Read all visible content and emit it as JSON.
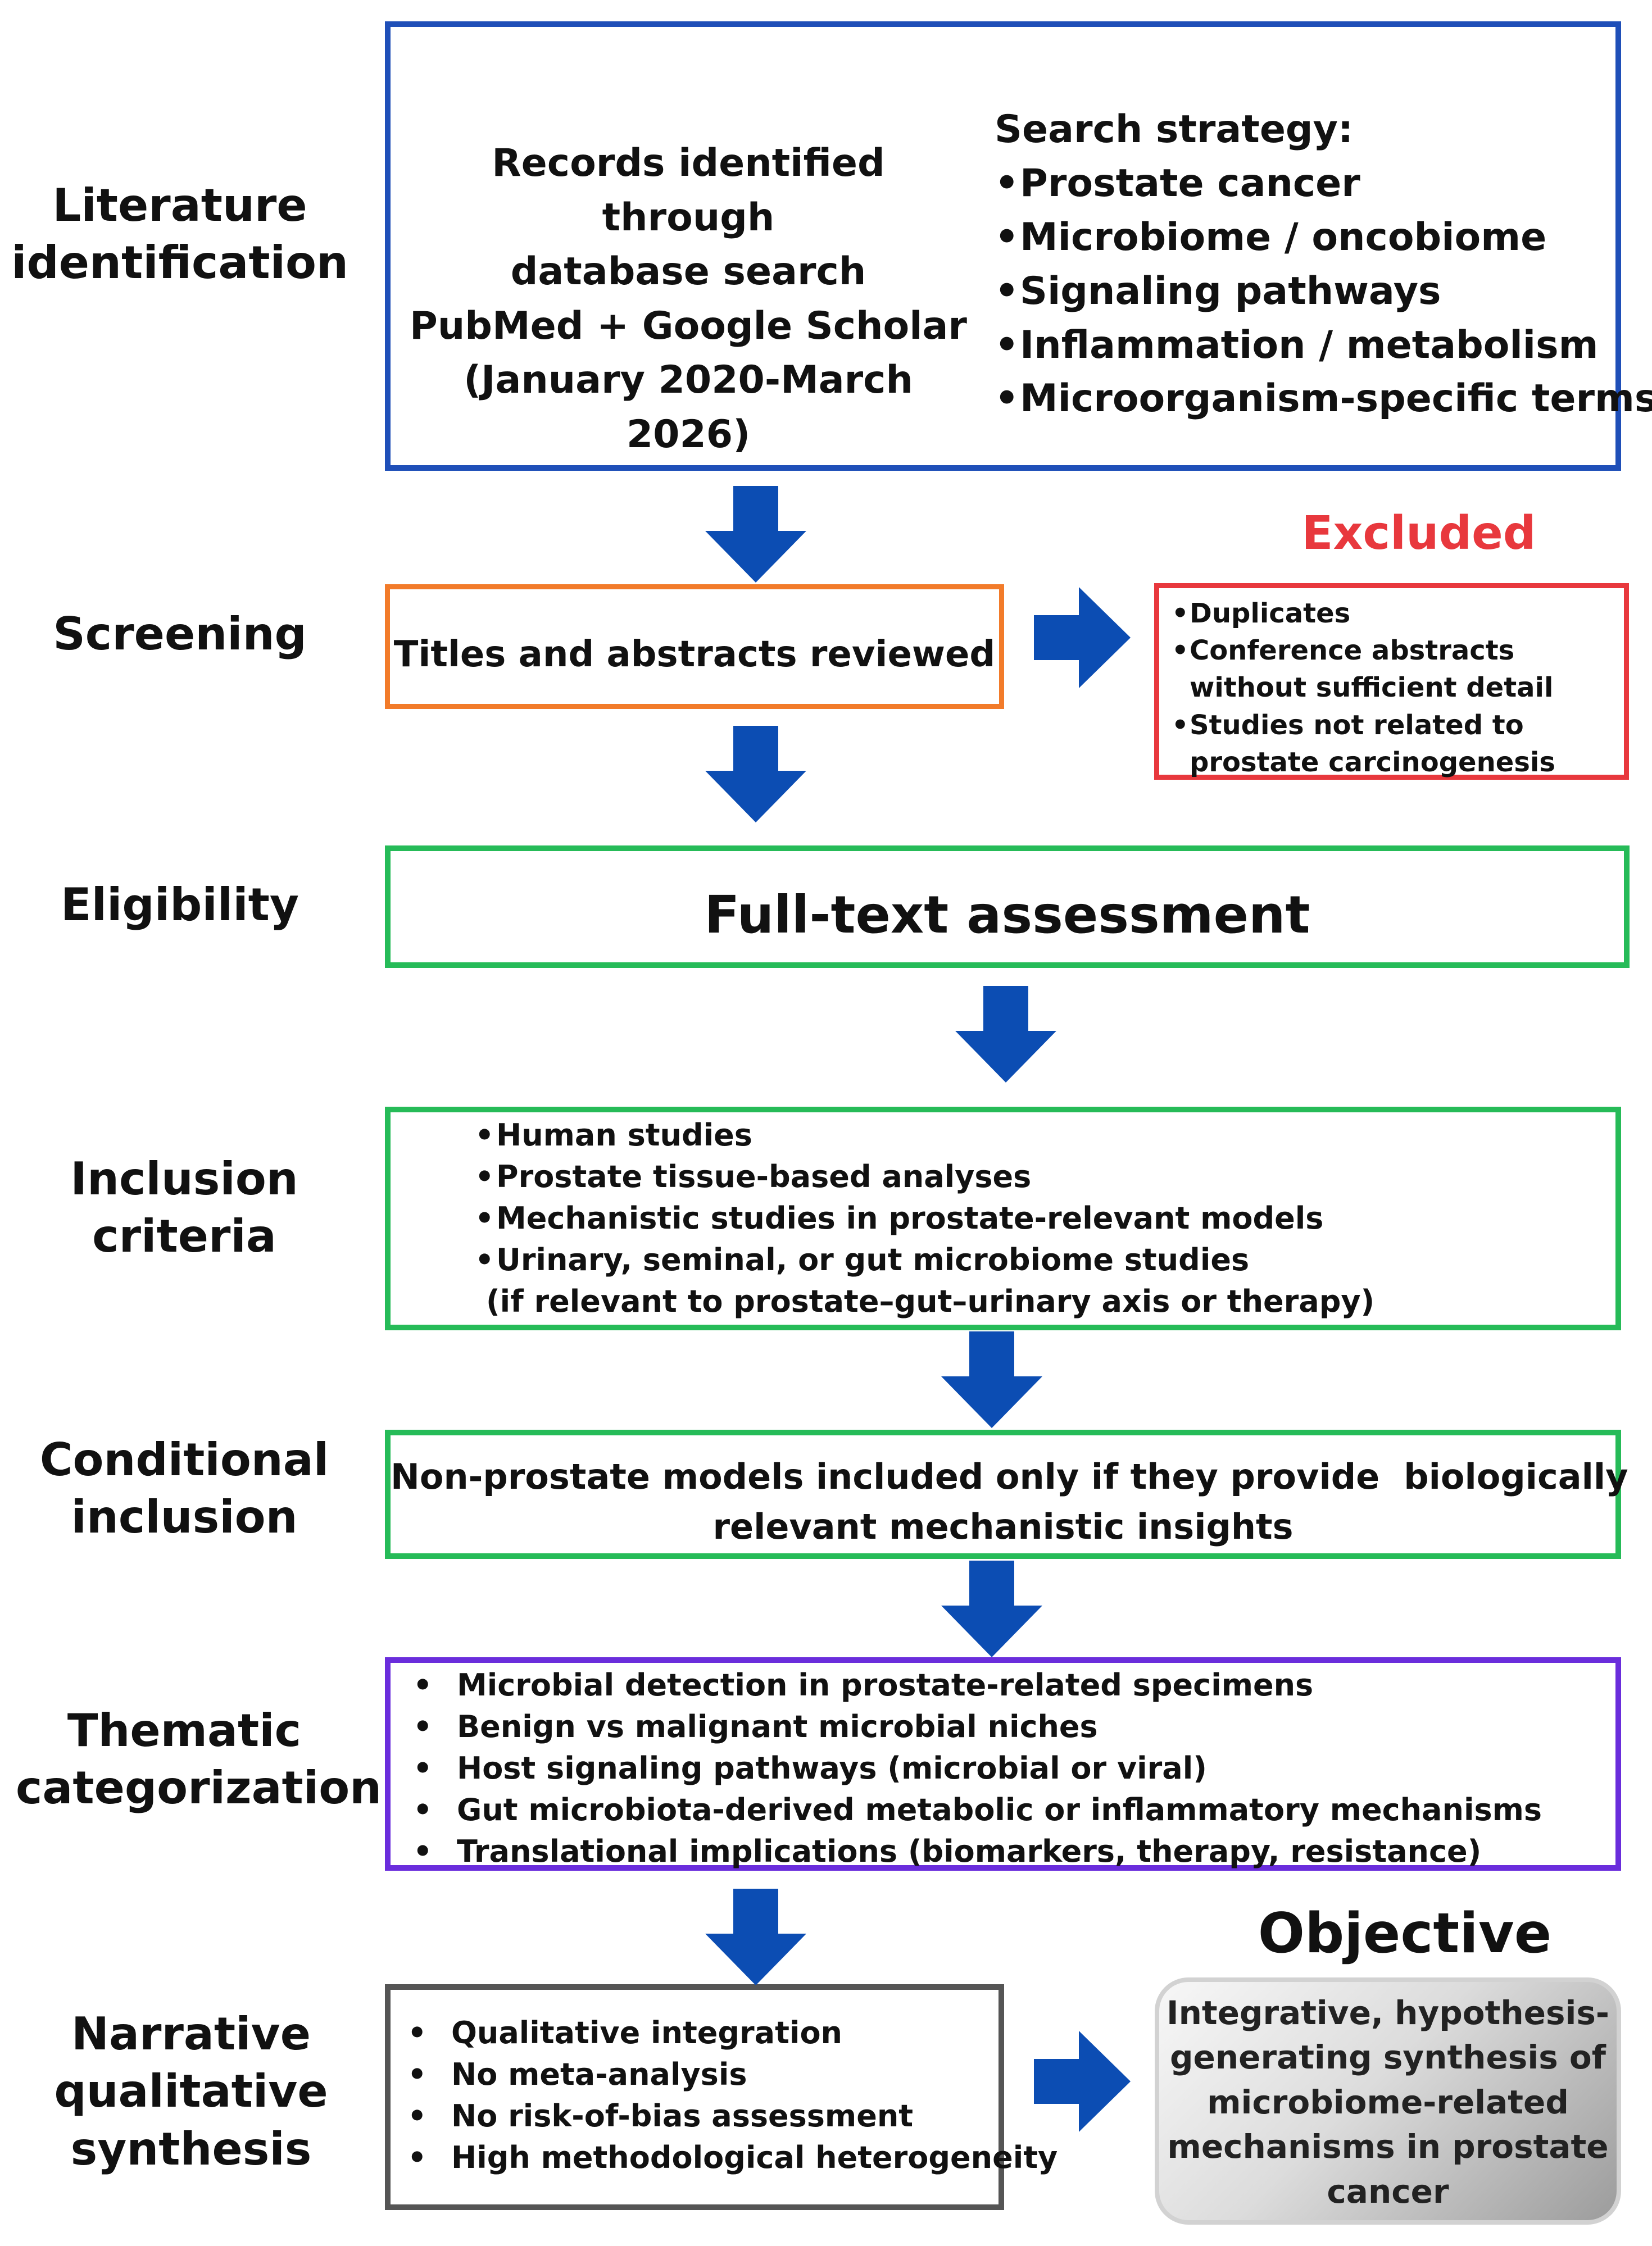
{
  "colors": {
    "arrow": "#0c4db3",
    "identification_border": "#1f4fb8",
    "screening_border": "#f27b2a",
    "excluded_border": "#e8383d",
    "excluded_title": "#e8383d",
    "green_border": "#26bb58",
    "thematic_border": "#6a2ddc",
    "synthesis_border": "#555555"
  },
  "stages": {
    "identification": [
      "Literature",
      "identification"
    ],
    "screening": [
      "Screening"
    ],
    "eligibility": [
      "Eligibility"
    ],
    "inclusion": [
      "Inclusion",
      "criteria"
    ],
    "conditional": [
      "Conditional",
      "inclusion"
    ],
    "thematic": [
      "Thematic",
      "categorization"
    ],
    "narrative": [
      "Narrative",
      "qualitative",
      "synthesis"
    ]
  },
  "identification": {
    "records": [
      "Records identified through",
      "database search",
      "PubMed + Google Scholar",
      "(January 2020-March 2026)"
    ],
    "strategy_title": "Search strategy:",
    "strategy_items": [
      "Prostate cancer",
      "Microbiome / oncobiome",
      "Signaling pathways",
      "Inflammation / metabolism",
      "Microorganism-specific terms"
    ]
  },
  "screening": {
    "text": "Titles and abstracts reviewed"
  },
  "excluded": {
    "title": "Excluded",
    "items": [
      "Duplicates",
      "Conference abstracts without sufficient detail",
      "Studies not related to prostate carcinogenesis"
    ]
  },
  "eligibility": {
    "text": "Full-text assessment"
  },
  "inclusion": {
    "items": [
      "Human studies",
      "Prostate tissue-based analyses",
      "Mechanistic studies in prostate-relevant models",
      "Urinary, seminal, or gut microbiome studies"
    ],
    "note": "(if relevant to prostate–gut–urinary axis or therapy)"
  },
  "conditional": {
    "lines": [
      "Non-prostate models included only if they provide  biologically",
      "relevant mechanistic insights"
    ]
  },
  "thematic": {
    "items": [
      "Microbial detection in prostate-related specimens",
      "Benign vs malignant microbial niches",
      "Host signaling pathways (microbial or viral)",
      "Gut microbiota-derived metabolic or inflammatory mechanisms",
      "Translational implications (biomarkers, therapy, resistance)"
    ]
  },
  "narrative": {
    "items": [
      "Qualitative integration",
      "No meta-analysis",
      "No risk-of-bias assessment",
      "High methodological heterogeneity"
    ]
  },
  "objective": {
    "title": "Objective",
    "lines": [
      "Integrative, hypothesis-",
      "generating synthesis of",
      "microbiome-related",
      "mechanisms in prostate",
      "cancer"
    ]
  }
}
